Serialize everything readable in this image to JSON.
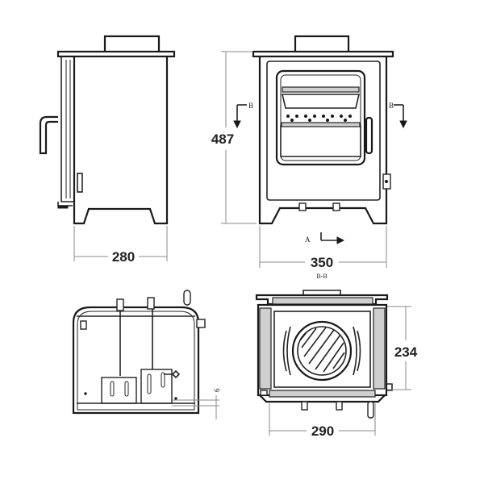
{
  "dimensions": {
    "side_depth": "280",
    "front_height": "487",
    "front_width": "350",
    "top_width": "290",
    "top_depth": "234",
    "small_offset": "6"
  },
  "section_labels": {
    "section_marker_left": "B",
    "section_marker_right": "B",
    "view_marker": "A",
    "section_title": "B-B"
  },
  "colors": {
    "stroke": "#222222",
    "dimension": "#8a8a8a",
    "shade": "#cfcfcf"
  }
}
